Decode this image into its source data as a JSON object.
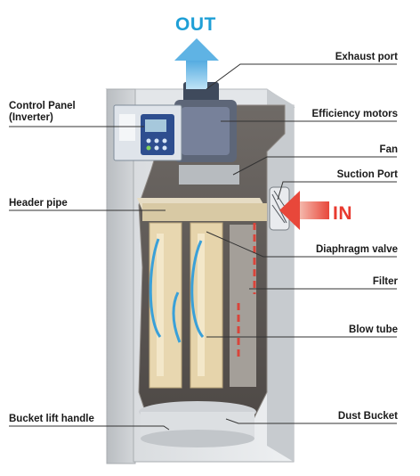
{
  "arrows": {
    "out_text": "OUT",
    "in_text": "IN",
    "out_color": "#5fb3e4",
    "in_color": "#e8473a"
  },
  "labels": {
    "exhaust_port": "Exhaust port",
    "control_panel_line1": "Control Panel",
    "control_panel_line2": "(Inverter)",
    "efficiency_motors": "Efficiency motors",
    "fan": "Fan",
    "suction_port": "Suction Port",
    "header_pipe": "Header pipe",
    "diaphragm_valve": "Diaphragm valve",
    "filter": "Filter",
    "blow_tube": "Blow tube",
    "bucket_lift_handle": "Bucket lift handle",
    "dust_bucket": "Dust Bucket"
  }
}
